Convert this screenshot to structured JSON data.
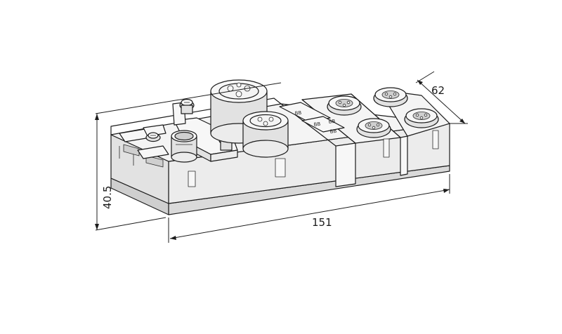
{
  "drawing": {
    "subject": "",
    "dimensions": {
      "height": "40.5",
      "length": "151",
      "depth": "62"
    },
    "markings": [
      "BB",
      "BB",
      "BB",
      "BB"
    ]
  }
}
